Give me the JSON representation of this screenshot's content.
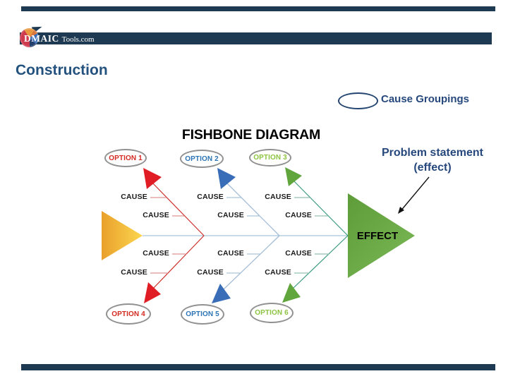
{
  "header": {
    "bar_color": "#1e3a52",
    "logo_text": "DMAIC",
    "logo_suffix": "Tools.com"
  },
  "slide_title": "Construction",
  "legend": {
    "label": "Cause Groupings"
  },
  "diagram": {
    "title": "FISHBONE DIAGRAM",
    "cause_label": "CAUSE",
    "effect_label": "EFFECT",
    "annotation_line1": "Problem statement",
    "annotation_line2": "(effect)",
    "options": [
      {
        "label": "OPTION 1",
        "color": "#d42a22"
      },
      {
        "label": "OPTION 2",
        "color": "#2d74b5"
      },
      {
        "label": "OPTION 3",
        "color": "#8dc342"
      },
      {
        "label": "OPTION 4",
        "color": "#d42a22"
      },
      {
        "label": "OPTION 5",
        "color": "#2d74b5"
      },
      {
        "label": "OPTION 6",
        "color": "#8dc342"
      }
    ],
    "colors": {
      "accent_navy": "#26487c",
      "spine": "#b5cfe2",
      "bone_red": "#cf2e2a",
      "bone_blue": "#a4bed6",
      "bone_green": "#3a9a80",
      "connector_red": "#dd9494",
      "connector_blue": "#abc3d8",
      "connector_green": "#93c1b0",
      "arrowhead_red": "#e01d24",
      "arrowhead_blue": "#3a6db8",
      "arrowhead_green": "#61a53d",
      "head_yellow": "#f2b32e",
      "effect_green": "#68a748",
      "annotation_arrow": "#111111"
    }
  }
}
